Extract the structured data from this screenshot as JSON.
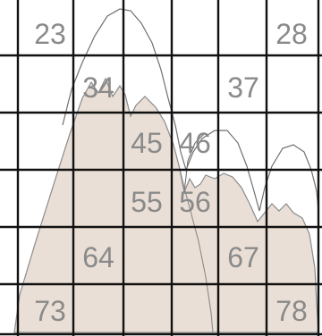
{
  "puzzle": {
    "cells": [
      {
        "row": 0,
        "col": 0,
        "value": "23"
      },
      {
        "row": 0,
        "col": 5,
        "value": "28"
      },
      {
        "row": 1,
        "col": 1,
        "value": "34"
      },
      {
        "row": 1,
        "col": 4,
        "value": "37"
      },
      {
        "row": 2,
        "col": 2,
        "value": "45"
      },
      {
        "row": 2,
        "col": 3,
        "value": "46"
      },
      {
        "row": 3,
        "col": 2,
        "value": "55"
      },
      {
        "row": 3,
        "col": 3,
        "value": "56"
      },
      {
        "row": 4,
        "col": 1,
        "value": "64"
      },
      {
        "row": 4,
        "col": 4,
        "value": "67"
      },
      {
        "row": 5,
        "col": 0,
        "value": "73"
      },
      {
        "row": 5,
        "col": 5,
        "value": "78"
      }
    ],
    "colors": {
      "grid": "#111111",
      "mountain_fill": "#eadfd6",
      "mountain_outline": "#777777",
      "number": "#8a8a8a"
    }
  }
}
